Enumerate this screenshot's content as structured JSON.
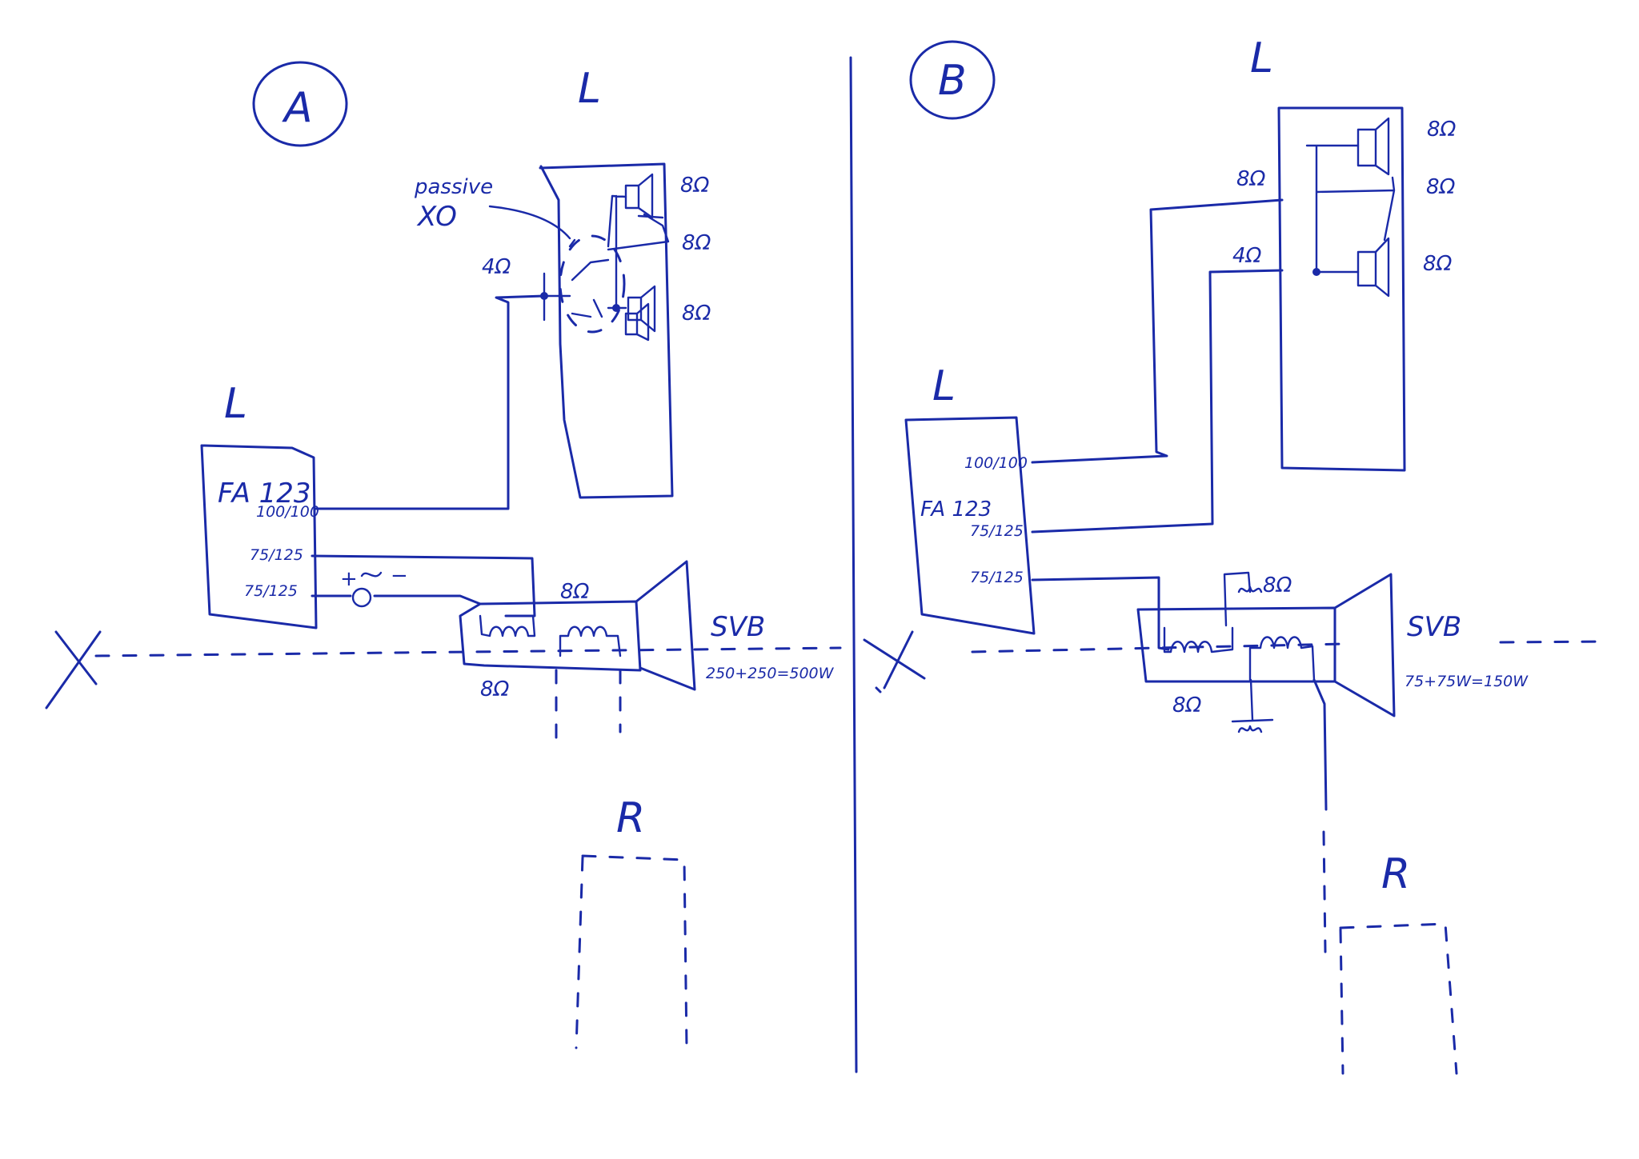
{
  "panels": {
    "a": {
      "marker": "A",
      "speaker_label": "L",
      "amp_label": "L",
      "amp_model": "FA 123",
      "amp_output_1": "100/100",
      "amp_output_2": "75/125",
      "amp_output_3": "75/125",
      "passive_label": "passive",
      "xo_label": "XO",
      "xo_impedance": "4Ω",
      "driver_impedances": [
        "8Ω",
        "8Ω",
        "8Ω"
      ],
      "polarity_plus": "+",
      "polarity_minus": "−",
      "sub_coil_top_impedance": "8Ω",
      "sub_coil_bottom_impedance": "8Ω",
      "sub_label": "SVB",
      "sub_power": "250+250=500W",
      "right_label": "R"
    },
    "b": {
      "marker": "B",
      "speaker_label": "L",
      "amp_label": "L",
      "amp_model": "FA 123",
      "amp_output_1": "100/100",
      "amp_output_2": "75/125",
      "amp_output_3": "75/125",
      "input_impedance_top": "8Ω",
      "input_impedance_bottom": "4Ω",
      "driver_impedances": [
        "8Ω",
        "8Ω",
        "8Ω"
      ],
      "sub_coil_top_impedance": "8Ω",
      "sub_coil_bottom_impedance": "8Ω",
      "sub_label": "SVB",
      "sub_power": "75+75W=150W",
      "right_label": "R"
    }
  },
  "colors": {
    "ink": "#1a2aa8",
    "paper": "#ffffff"
  }
}
